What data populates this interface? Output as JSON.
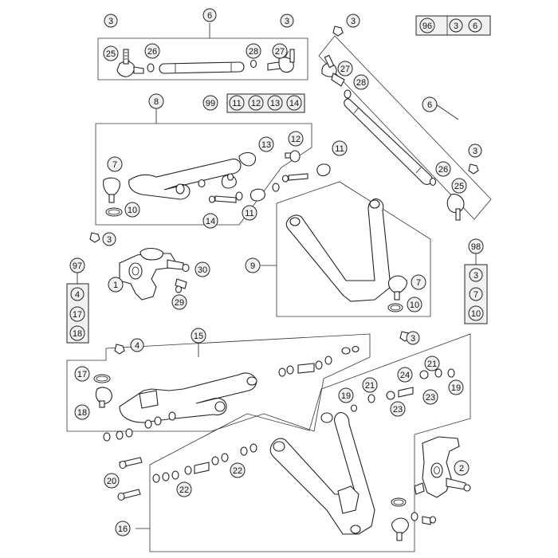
{
  "callouts": {
    "c1": "1",
    "c2": "2",
    "c3": "3",
    "c4": "4",
    "c6": "6",
    "c7": "7",
    "c8": "8",
    "c9": "9",
    "c10": "10",
    "c11": "11",
    "c12": "12",
    "c13": "13",
    "c14": "14",
    "c15": "15",
    "c16": "16",
    "c17": "17",
    "c18": "18",
    "c19": "19",
    "c20": "20",
    "c21": "21",
    "c22": "22",
    "c23": "23",
    "c24": "24",
    "c25": "25",
    "c26": "26",
    "c27": "27",
    "c28": "28",
    "c29": "29",
    "c30": "30",
    "c96": "96",
    "c97": "97",
    "c98": "98",
    "c99": "99"
  }
}
